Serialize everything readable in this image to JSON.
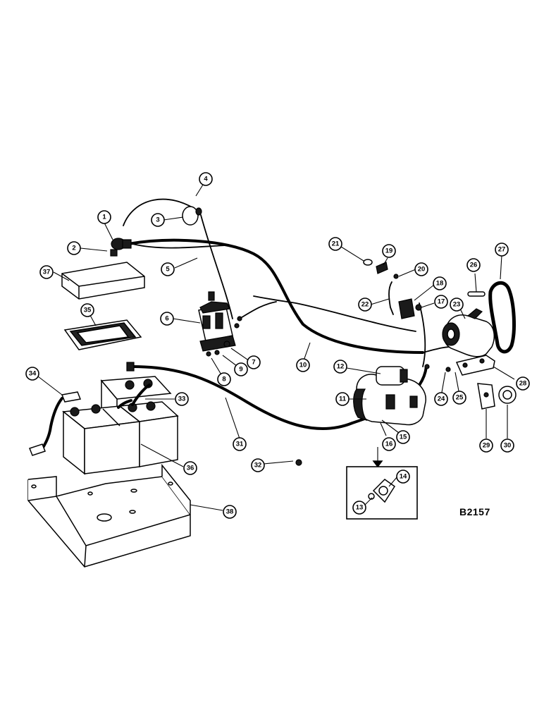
{
  "diagram": {
    "drawing_code": "B2157",
    "callouts": [
      "1",
      "2",
      "3",
      "4",
      "5",
      "6",
      "7",
      "8",
      "9",
      "10",
      "11",
      "12",
      "13",
      "14",
      "15",
      "16",
      "17",
      "18",
      "19",
      "20",
      "21",
      "22",
      "23",
      "24",
      "25",
      "26",
      "27",
      "28",
      "29",
      "30",
      "31",
      "32",
      "33",
      "34",
      "35",
      "36",
      "37",
      "38"
    ]
  }
}
